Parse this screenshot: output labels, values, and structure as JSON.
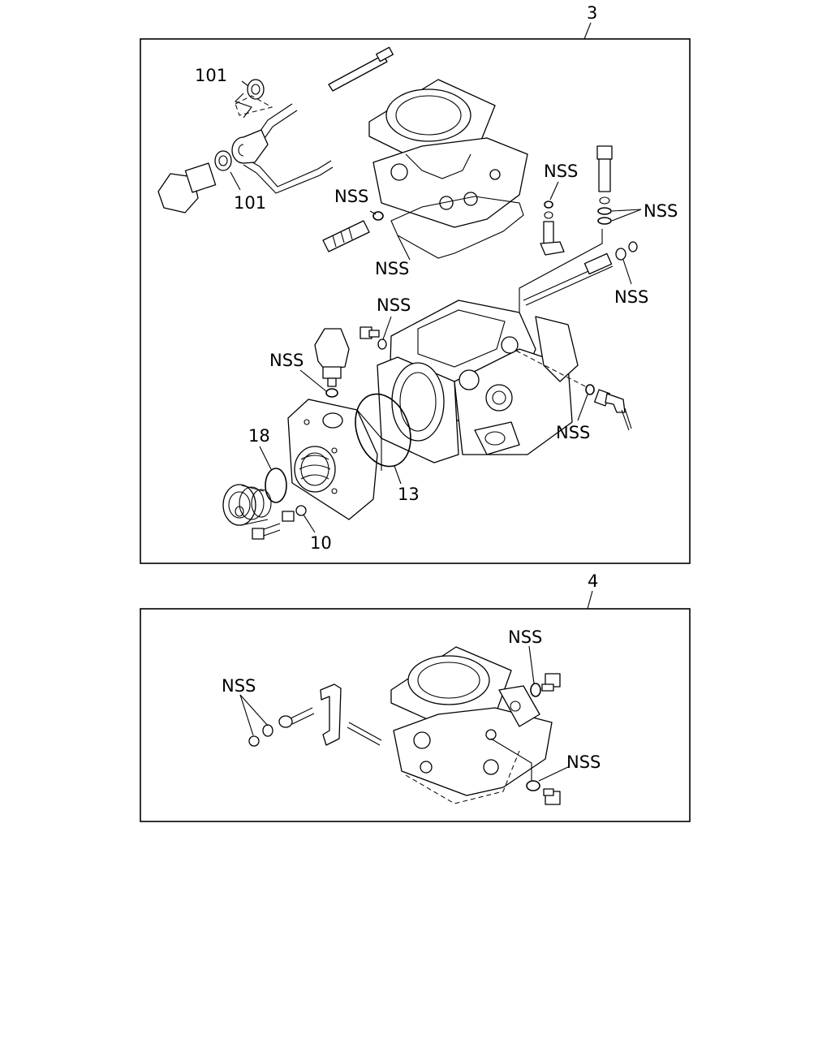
{
  "views": [
    {
      "ref": "3",
      "callouts": {
        "c101_top": "101",
        "c101_bottom": "101",
        "nss_left_fitting": "NSS",
        "nss_gasket": "NSS",
        "nss_pin": "NSS",
        "nss_orings_right": "NSS",
        "nss_washer_right": "NSS",
        "nss_bolt_mid": "NSS",
        "nss_sensor": "NSS",
        "nss_right_oring": "NSS",
        "c18": "18",
        "c13": "13",
        "c10": "10"
      }
    },
    {
      "ref": "4",
      "callouts": {
        "nss_left": "NSS",
        "nss_top_right": "NSS",
        "nss_bottom_right": "NSS"
      }
    }
  ]
}
